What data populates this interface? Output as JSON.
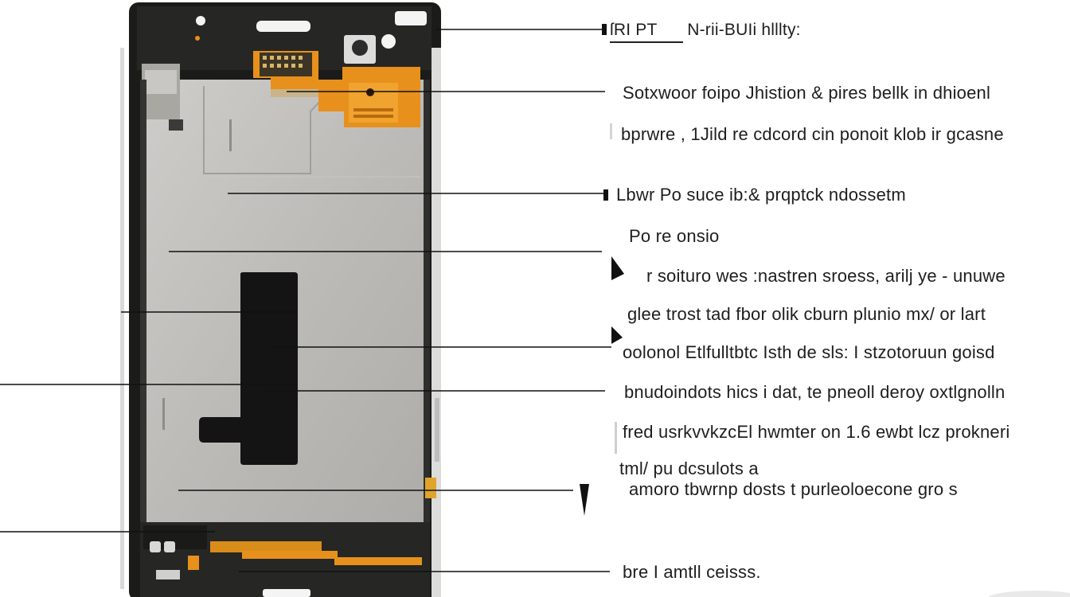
{
  "title": {
    "part_a": "ſRI PT",
    "part_b": "N-rii-BUIi hlllty:"
  },
  "labels": [
    "Sotxwoor foipo Jhistion & pires bellk in dhioenl",
    "bprwre , 1Jild re cdcord cin ponoit klob ir gcasne",
    "Lbwr Po suce ib:& prqptck ndossetm",
    "Po re onsio",
    "r soituro wes :nastren sroess, arilj ye - unuwe",
    "glee trost tad fbor olik cburn plunio mx/ or lart",
    "oolonol Etlfulltbtc Isth de sls: I stzotoruun goisd",
    "bnudoindots hics i dat, te pneoll deroy oxtlgnolln",
    "fred usrkvvkzcEl hwmter on 1.6 ewbt lcz prokneri",
    "tml/ pu dcsulots a",
    "amoro tbwrnp dosts t purleoloecone gro s",
    "bre I amtll ceisss."
  ],
  "colors": {
    "frame": "#1b1b19",
    "back_panel": "#b9b7b3",
    "flex_orange": "#e8901c",
    "adhesive": "#141414",
    "leader_line": "#111111"
  }
}
